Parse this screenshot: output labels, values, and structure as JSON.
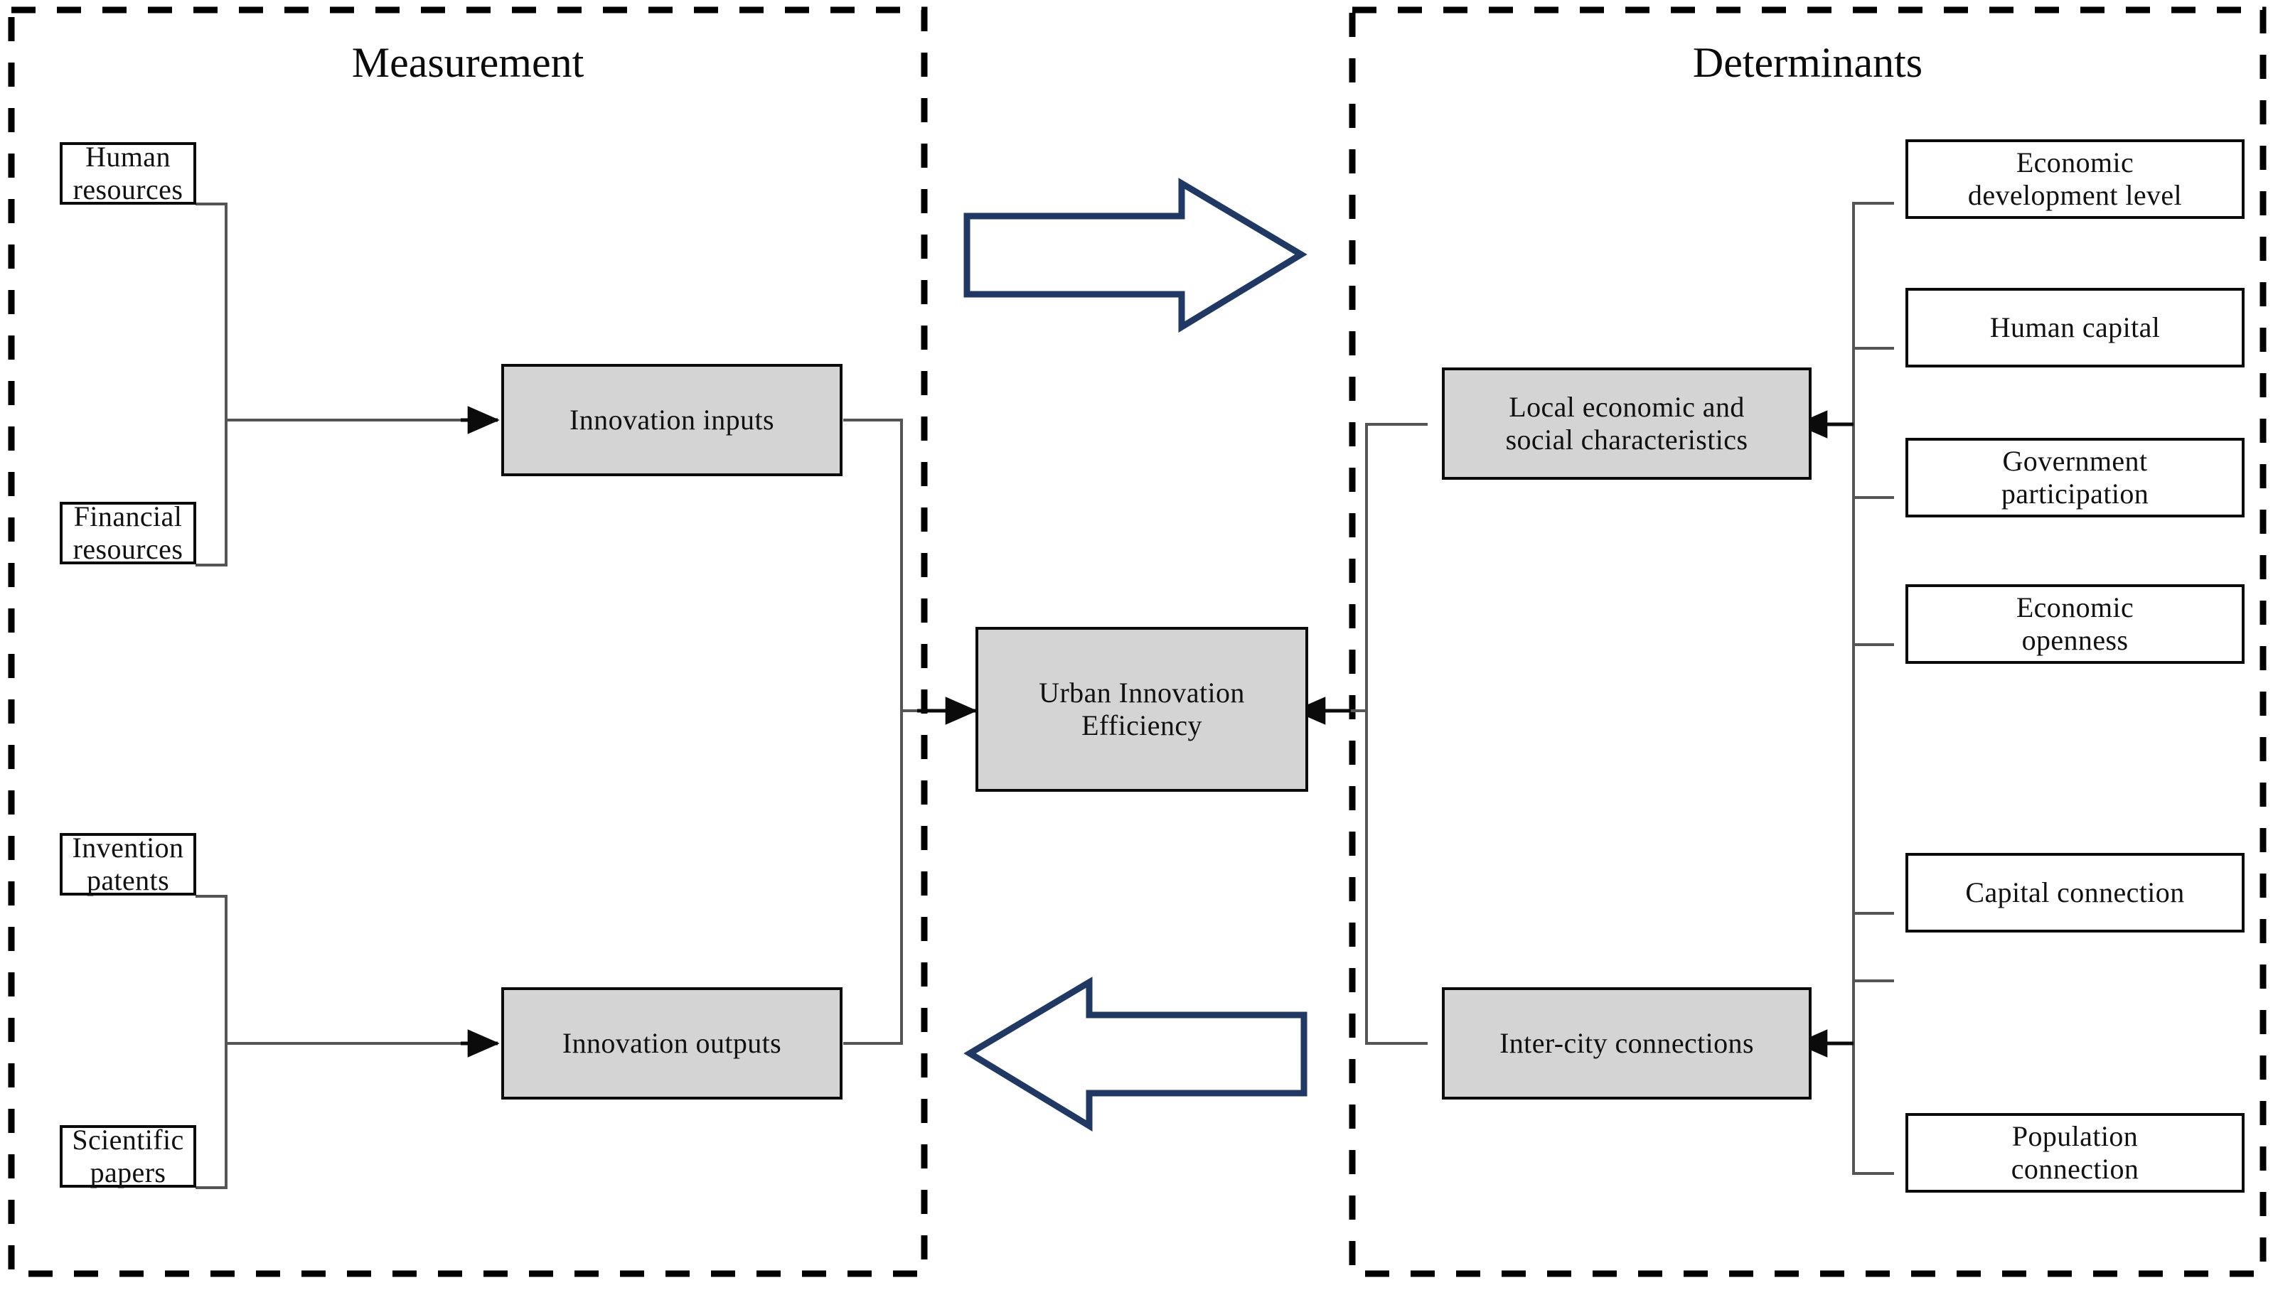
{
  "figure": {
    "type": "conceptual-framework-diagram",
    "panels": [
      {
        "id": "measurement",
        "title": "Measurement"
      },
      {
        "id": "determinants",
        "title": "Determinants"
      }
    ]
  },
  "measurement": {
    "title": "Measurement",
    "inputs": {
      "sources": [
        {
          "label": "Human resources"
        },
        {
          "label": "Financial resources"
        }
      ],
      "aggregate": {
        "label": "Innovation inputs"
      }
    },
    "outputs": {
      "sources": [
        {
          "label": "Invention patents"
        },
        {
          "label": "Scientific papers"
        }
      ],
      "aggregate": {
        "label": "Innovation outputs"
      }
    }
  },
  "center": {
    "core": {
      "label": "Urban Innovation Efficiency"
    },
    "core_line1": "Urban Innovation",
    "core_line2": "Efficiency",
    "arrow_top": {
      "direction": "right",
      "color": "#1f3864"
    },
    "arrow_bottom": {
      "direction": "left",
      "color": "#1f3864"
    }
  },
  "determinants": {
    "title": "Determinants",
    "groups": [
      {
        "id": "local-economic-social",
        "aggregate_line1": "Local economic and",
        "aggregate_line2": "social characteristics",
        "aggregate": {
          "label": "Local economic and social characteristics"
        },
        "factors": [
          {
            "line1": "Economic",
            "line2": "development level",
            "label": "Economic development level"
          },
          {
            "line1": "Human capital",
            "line2": "",
            "label": "Human capital"
          },
          {
            "line1": "Government",
            "line2": "participation",
            "label": "Government participation"
          },
          {
            "line1": "Economic",
            "line2": "openness",
            "label": "Economic openness"
          }
        ]
      },
      {
        "id": "inter-city-connections",
        "aggregate_line1": "Inter-city connections",
        "aggregate_line2": "",
        "aggregate": {
          "label": "Inter-city connections"
        },
        "factors": [
          {
            "line1": "Capital connection",
            "line2": "",
            "label": "Capital connection"
          },
          {
            "line1": "Population",
            "line2": "connection",
            "label": "Population connection"
          }
        ]
      }
    ]
  },
  "colors": {
    "box_stroke": "#0b0b0b",
    "box_fill_plain": "#ffffff",
    "box_fill_shaded": "#d4d4d4",
    "connector": "#4a4a4a",
    "arrow_navy": "#1f3864",
    "dashed_border": "#000000",
    "text": "#111111"
  }
}
